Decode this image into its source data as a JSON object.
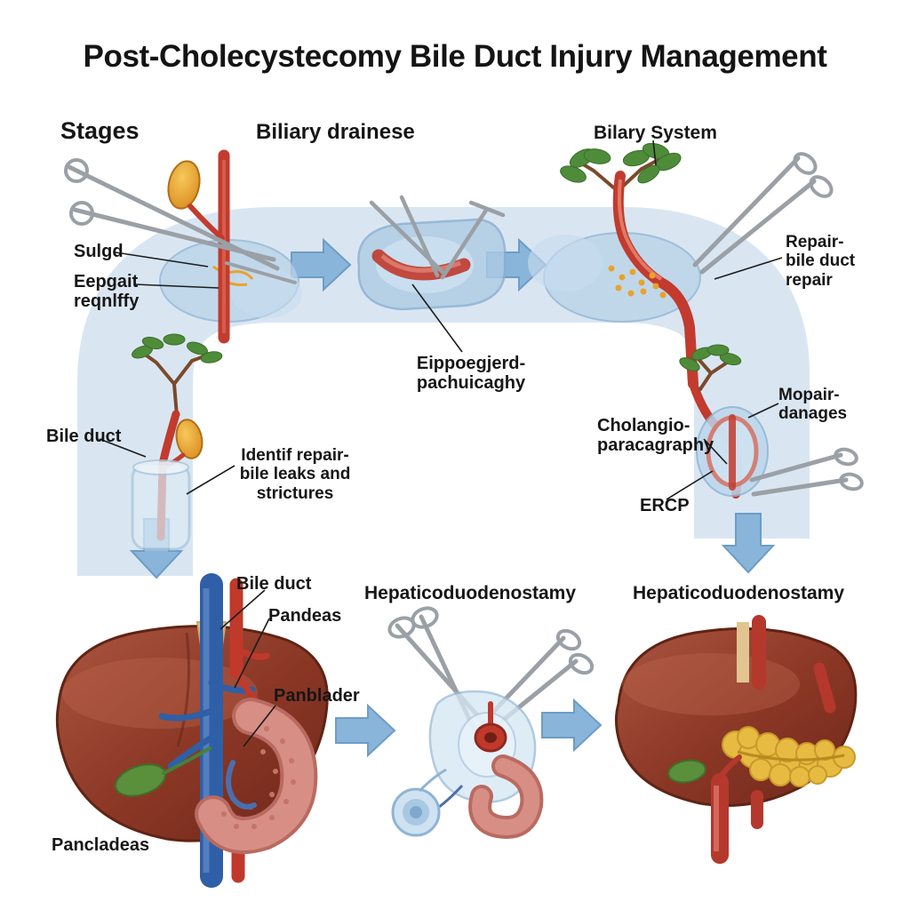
{
  "title": "Post-Cholecystecomy Bile Duct Injury Management",
  "headings": {
    "stages": "Stages",
    "biliary_drainage": "Biliary drainese",
    "biliary_system": "Bilary System",
    "hepaticoduodenostomy_mid": "Hepaticoduodenostamy",
    "hepaticoduodenostomy_right": "Hepaticoduodenostamy"
  },
  "labels": {
    "sulgd": "Sulgd",
    "eepgait": [
      "Eepgait",
      "reqnlffy"
    ],
    "repair": [
      "Repair-",
      "bile duct",
      "repair"
    ],
    "cholangiography_top": [
      "Eippoegjerd-",
      "pachuicaghy"
    ],
    "bile_duct_left": "Bile duct",
    "identify": [
      "Identif repair-",
      "bile leaks and",
      "strictures"
    ],
    "cholangiography_right": [
      "Cholangio-",
      "paracagraphy"
    ],
    "repair_damages": [
      "Mopair-",
      "danages"
    ],
    "ercp": "ERCP",
    "bile_duct_bottom": "Bile duct",
    "pancreas": "Pandeas",
    "gallbladder": "Panblader",
    "pancreas_corner": "Pancladeas"
  },
  "colors": {
    "flow_band": "#cfe0ef",
    "arrow_fill": "#8ab5da",
    "arrow_stroke": "#6d9cc7",
    "bile_duct_red": "#c23b2e",
    "liver_brown": "#8a3625",
    "gallbladder_yellow": "#e8a32b",
    "gallbladder_green": "#5a8f3c",
    "pancreas_yellow": "#e7bb41",
    "vein_blue": "#2f5fa6",
    "bowel_pink": "#d78e85",
    "leaf_green": "#4e8c3a",
    "instrument_gray": "#9aa0a6",
    "tissue_blue": "#b9d3e8"
  },
  "icons": {
    "scissors": "surgical-scissors-icon",
    "forceps": "surgical-forceps-icon",
    "arrow_right": "flow-arrow-right-icon",
    "arrow_down": "flow-arrow-down-icon"
  }
}
